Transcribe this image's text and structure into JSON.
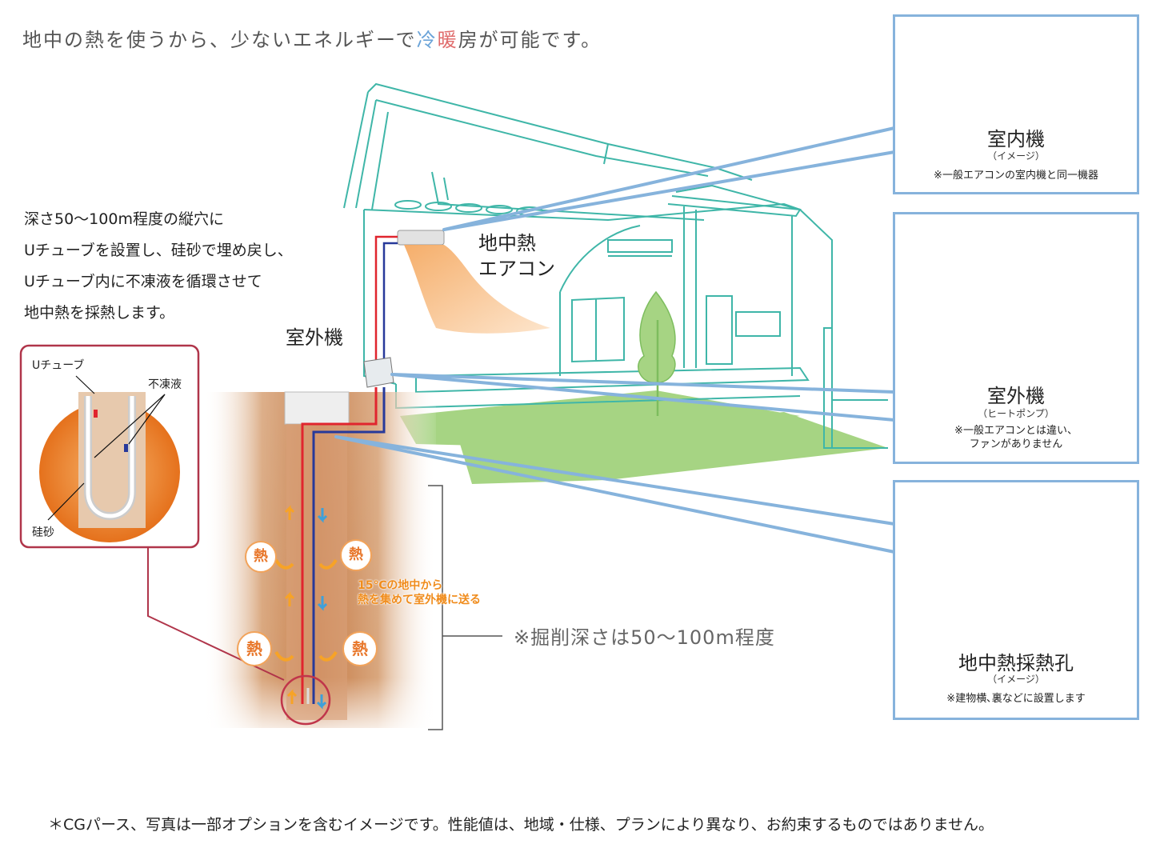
{
  "title": {
    "part1": "地中の熱を使うから、少ないエネルギーで",
    "cool": "冷",
    "warm": "暖",
    "part2": "房が可能です。"
  },
  "description": [
    "深さ50～100m程度の縦穴に",
    "Uチューブを設置し、硅砂で埋め戻し、",
    "Uチューブ内に不凍液を循環させて",
    "地中熱を採熱します。"
  ],
  "house_labels": {
    "aircon_line1": "地中熱",
    "aircon_line2": "エアコン",
    "outdoor": "室外機"
  },
  "inset": {
    "u_tube": "Uチューブ",
    "antifreeze": "不凍液",
    "silica": "硅砂"
  },
  "well": {
    "heat": "熱",
    "collect_line1": "15℃の地中から",
    "collect_line2": "熱を集めて室外機に送る",
    "depth_note": "※掘削深さは50～100m程度"
  },
  "cards": [
    {
      "name": "室内機",
      "sub": "（イメージ）",
      "notes": [
        "※一般エアコンの室内機と同一機器"
      ]
    },
    {
      "name": "室外機",
      "sub": "（ヒートポンプ）",
      "notes": [
        "※一般エアコンとは違い、",
        "ファンがありません"
      ]
    },
    {
      "name": "地中熱採熱孔",
      "sub": "（イメージ）",
      "notes": [
        "※建物横､裏などに設置します"
      ]
    }
  ],
  "footer": "＊CGパース、写真は一部オプションを含むイメージです。性能値は、地域・仕様、プランにより異なり、お約束するものではありません。",
  "colors": {
    "card_border": "#86b3dc",
    "house_line": "#3fb6a8",
    "pipe_hot": "#e0252e",
    "pipe_cold": "#27399a",
    "inset_border": "#b0354a",
    "heat_text": "#f08c1c",
    "grass": "#9fd07a"
  }
}
